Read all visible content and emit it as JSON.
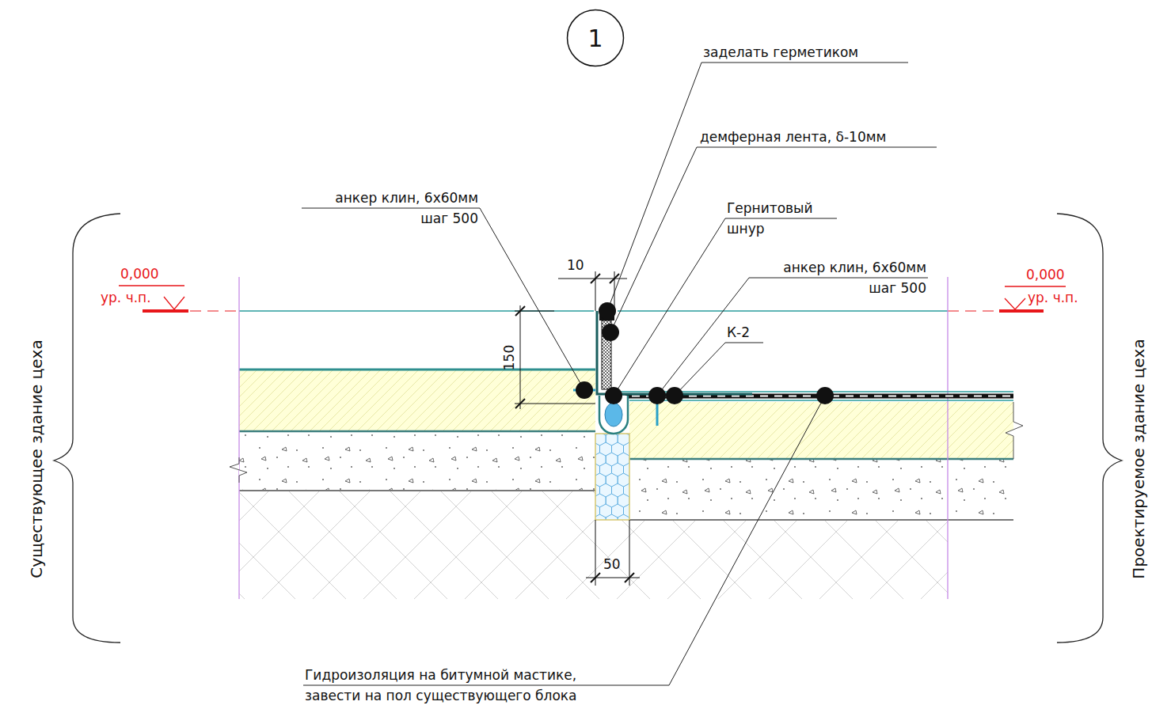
{
  "diagram": {
    "nodes": [
      {
        "text": [
          "1"
        ]
      }
    ],
    "labels": [
      "заделать герметиком",
      "демферная лента, δ-10мм",
      "анкер клин, 6х60мм шаг 500",
      "Гернитовый шнур",
      "анкер клин, 6х60мм шаг 500",
      "К-2",
      "Гидроизоляция на битумной мастике, завести на пол существующего блока",
      "10",
      "150",
      "50",
      "0,000",
      "ур. ч.п.",
      "0,000",
      "ур. ч.п.",
      "Существующее здание цеха",
      "Проектируемое здание цеха"
    ]
  }
}
